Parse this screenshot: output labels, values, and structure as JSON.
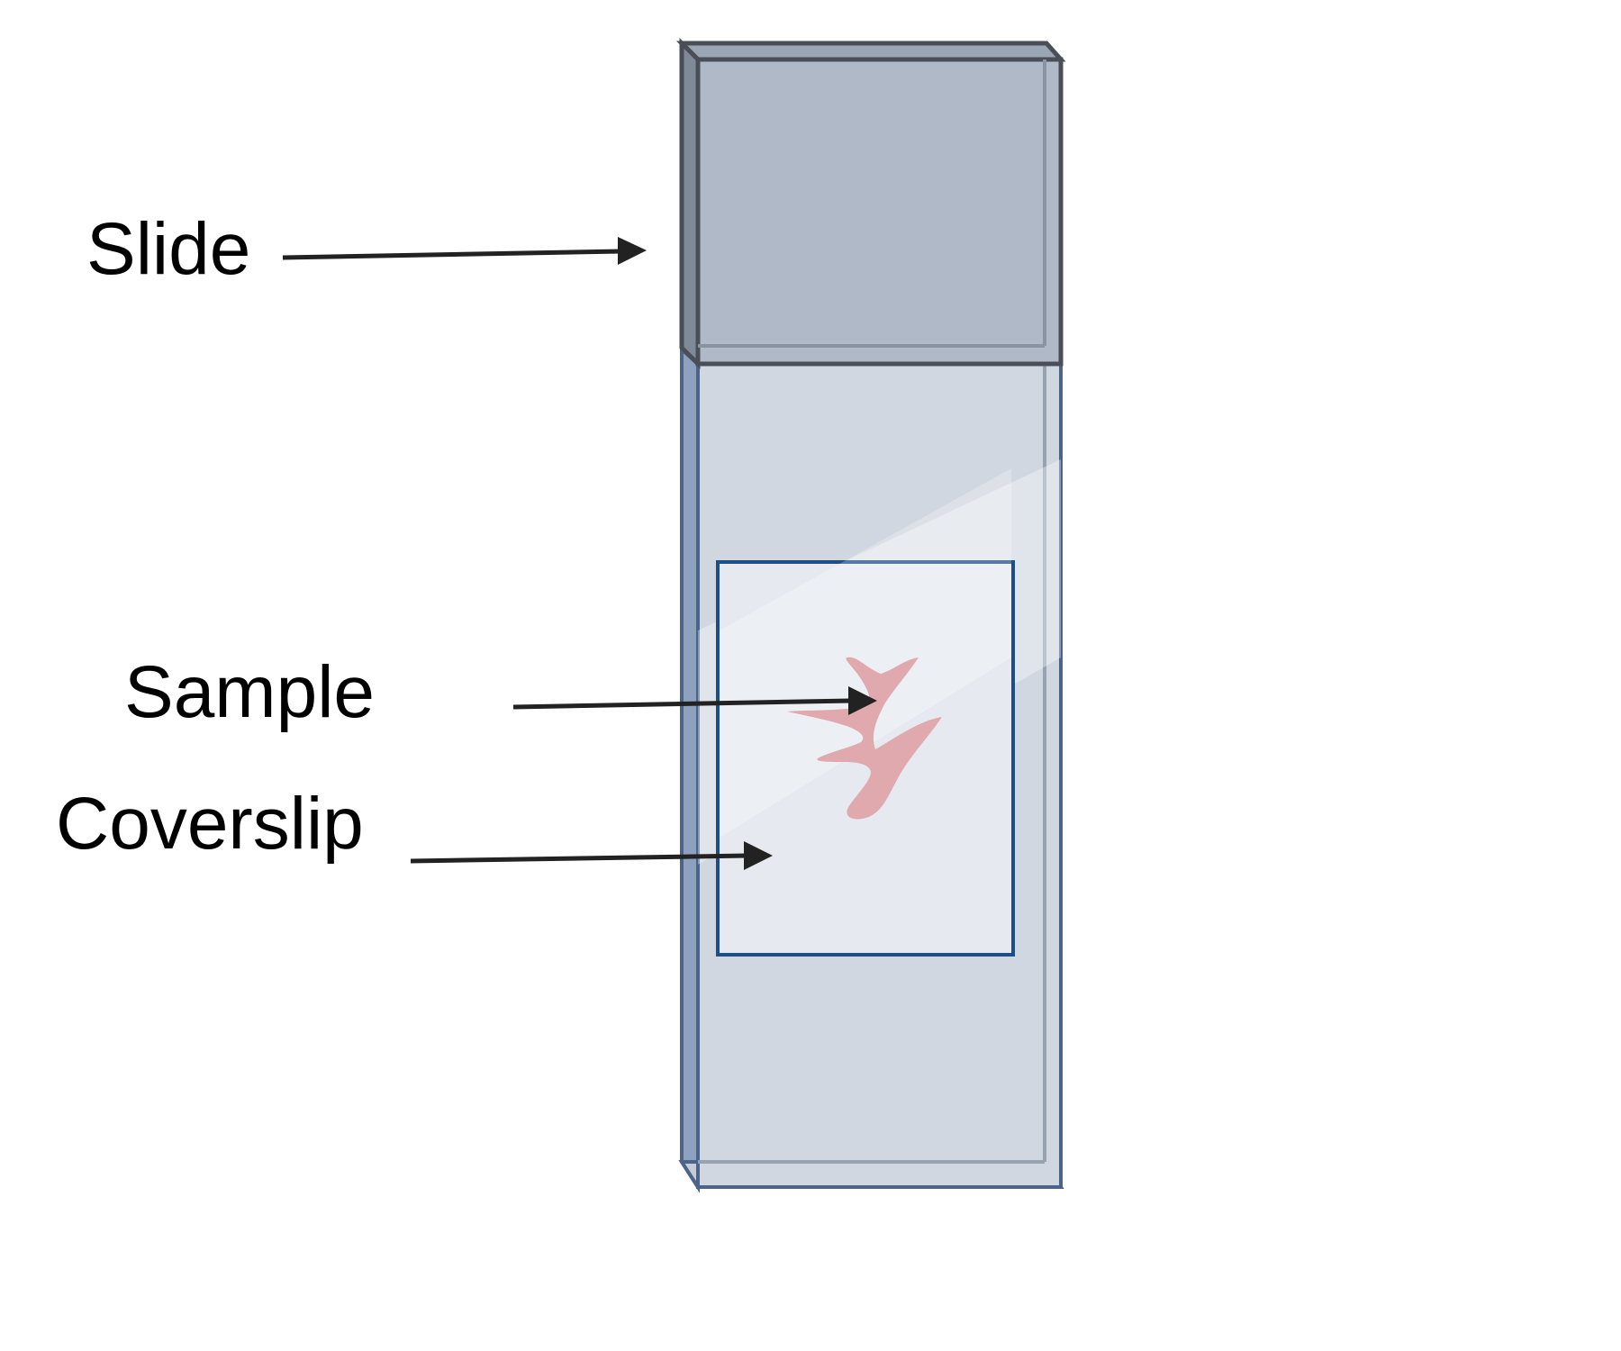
{
  "labels": {
    "slide": "Slide",
    "sample": "Sample",
    "coverslip": "Coverslip"
  },
  "colors": {
    "frosted_end": "#b0b9c7",
    "slide_glass": "#d0d7e0",
    "slide_edge": "#4b6487",
    "frosted_edge": "#4a4f57",
    "coverslip_fill": "#e6eaf0",
    "coverslip_border": "#1d4f86",
    "sample": "#e0a9ad",
    "arrow": "#222222"
  }
}
